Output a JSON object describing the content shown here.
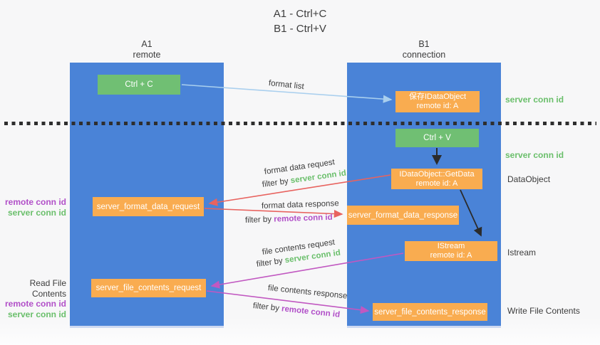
{
  "title": {
    "line1": "A1 - Ctrl+C",
    "line2": "B1 - Ctrl+V"
  },
  "columns": {
    "a1": {
      "name": "A1",
      "subtitle": "remote"
    },
    "b1": {
      "name": "B1",
      "subtitle": "connection"
    }
  },
  "nodes": {
    "ctrl_c": {
      "label": "Ctrl + C"
    },
    "save_idataobject": {
      "line1": "保存IDataObject",
      "line2": "remote id: A"
    },
    "ctrl_v": {
      "label": "Ctrl + V"
    },
    "getdata": {
      "line1": "IDataObject::GetData",
      "line2": "remote id: A"
    },
    "format_request": {
      "label": "server_format_data_request"
    },
    "format_response": {
      "label": "server_format_data_response"
    },
    "istream": {
      "line1": "IStream",
      "line2": "remote id: A"
    },
    "file_request": {
      "label": "server_file_contents_request"
    },
    "file_response": {
      "label": "server_file_contents_response"
    }
  },
  "right_labels": {
    "server_conn_id_top": "server conn id",
    "server_conn_id_mid": "server conn id",
    "dataobject": "DataObject",
    "istream": "Istream",
    "write_file_contents": "Write File Contents"
  },
  "left_labels": {
    "remote_conn_id_1": "remote conn id",
    "server_conn_id_1": "server conn id",
    "read_file_contents": "Read File Contents",
    "remote_conn_id_2": "remote conn id",
    "server_conn_id_2": "server conn id"
  },
  "arrow_labels": {
    "format_list": "format list",
    "format_data_request": "format data request",
    "format_data_response": "format data response",
    "file_contents_request": "file contents request",
    "file_contents_response": "file contents response",
    "filter_by": "filter by",
    "server_conn_id": "server conn id",
    "remote_conn_id": "remote conn id"
  },
  "colors": {
    "column_blue": "#4a83d7",
    "box_green": "#70bf73",
    "box_orange": "#f9ac50",
    "text_green": "#6abf6b",
    "text_purple": "#b14fc8",
    "arrow_red": "#e8635f",
    "arrow_magenta": "#c158c1",
    "arrow_lightblue": "#a9cfee",
    "arrow_black": "#2b2b2b"
  }
}
